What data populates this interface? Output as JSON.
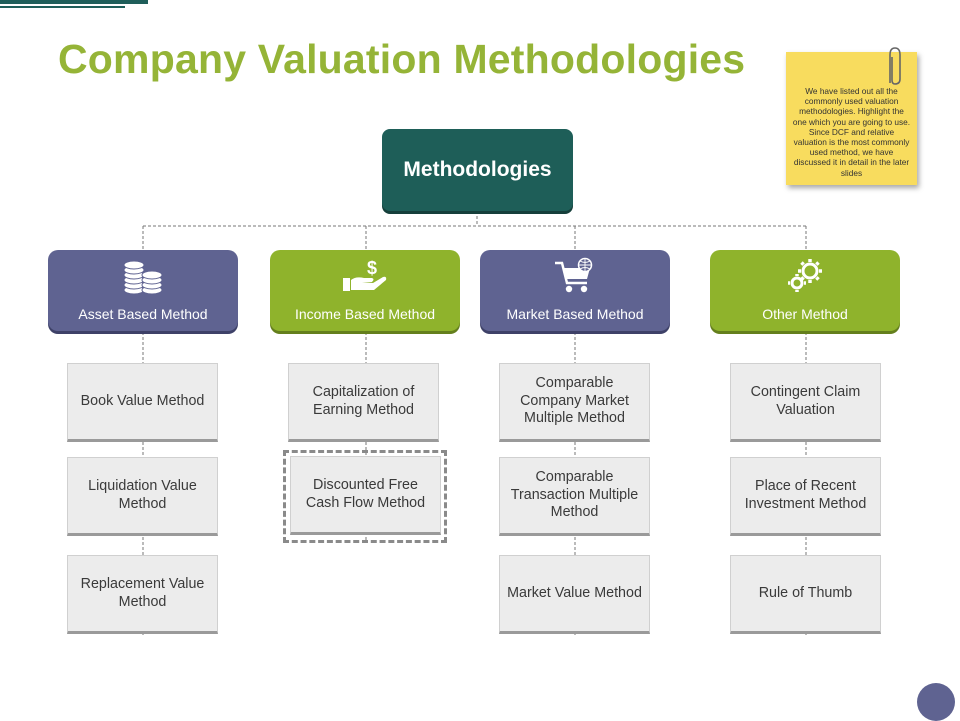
{
  "slide": {
    "title": "Company Valuation Methodologies",
    "note": "We have listed out all the commonly used valuation methodologies. Highlight the one which you are going to use. Since DCF and relative valuation is the most commonly used method, we have discussed it in detail in the later slides"
  },
  "root": {
    "label": "Methodologies"
  },
  "categories": [
    {
      "label": "Asset Based Method",
      "icon": "coins-stack-icon",
      "color": "#5f6391",
      "items": [
        "Book Value Method",
        "Liquidation Value Method",
        "Replacement Value Method"
      ]
    },
    {
      "label": "Income Based Method",
      "icon": "hand-dollar-icon",
      "color": "#8fb32c",
      "items": [
        "Capitalization of Earning Method",
        "Discounted Free Cash Flow Method"
      ]
    },
    {
      "label": "Market Based Method",
      "icon": "shopping-cart-globe-icon",
      "color": "#5f6391",
      "items": [
        "Comparable Company Market Multiple Method",
        "Comparable Transaction Multiple Method",
        "Market Value Method"
      ]
    },
    {
      "label": "Other Method",
      "icon": "gears-icon",
      "color": "#8fb32c",
      "items": [
        "Contingent Claim Valuation",
        "Place of Recent Investment Method",
        "Rule of Thumb"
      ]
    }
  ],
  "colors": {
    "title": "#95b437",
    "root": "#1e5e58",
    "note": "#f8dc5e",
    "box": "#ececec"
  }
}
